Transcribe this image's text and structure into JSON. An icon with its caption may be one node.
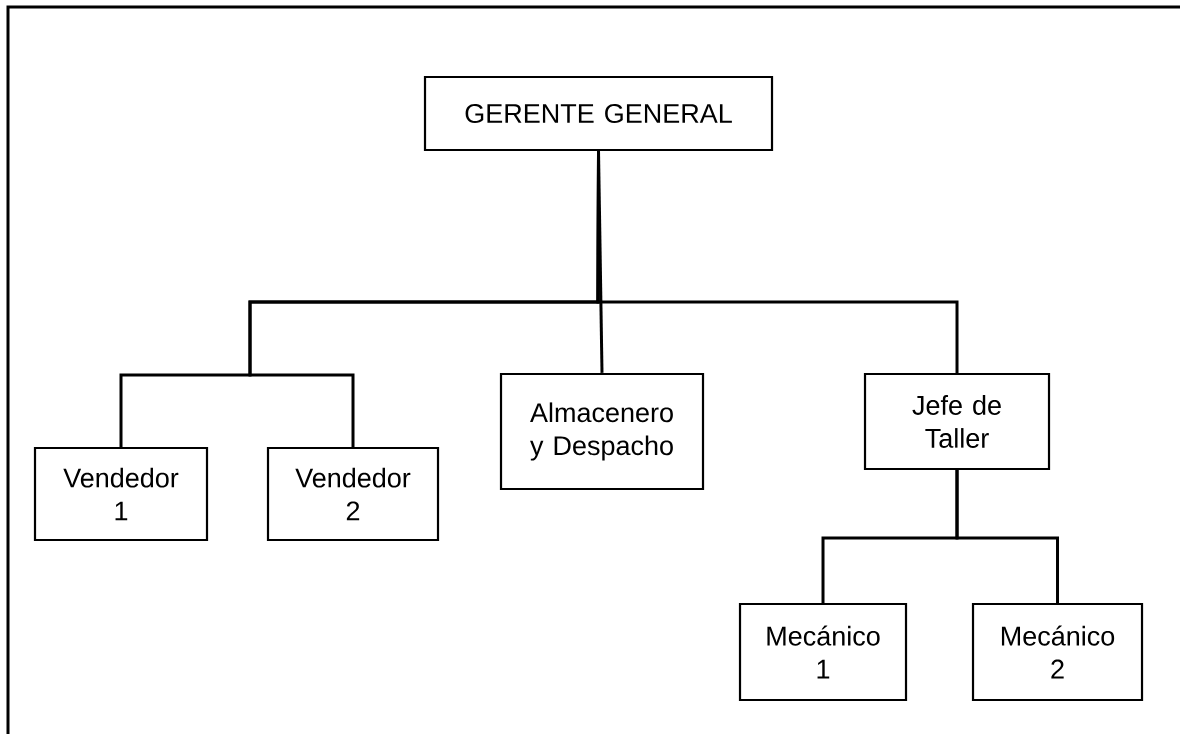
{
  "diagram": {
    "nodes": [
      {
        "text": [
          "GERENTE GENERAL"
        ]
      },
      {
        "text": [
          "Vendedor 1"
        ]
      },
      {
        "text": [
          "Vendedor 2"
        ]
      },
      {
        "text": [
          "Almacenero y Despacho"
        ]
      },
      {
        "text": [
          "Jefe de Taller"
        ]
      },
      {
        "text": [
          "Mecánico 1"
        ]
      },
      {
        "text": [
          "Mecánico 2"
        ]
      }
    ],
    "edges": [
      {
        "from": 0,
        "to": 1,
        "arrow": "none"
      },
      {
        "from": 0,
        "to": 2,
        "arrow": "none"
      },
      {
        "from": 0,
        "to": 3,
        "arrow": "none"
      },
      {
        "from": 0,
        "to": 4,
        "arrow": "none"
      },
      {
        "from": 4,
        "to": 5,
        "arrow": "none"
      },
      {
        "from": 4,
        "to": 6,
        "arrow": "none"
      }
    ]
  }
}
